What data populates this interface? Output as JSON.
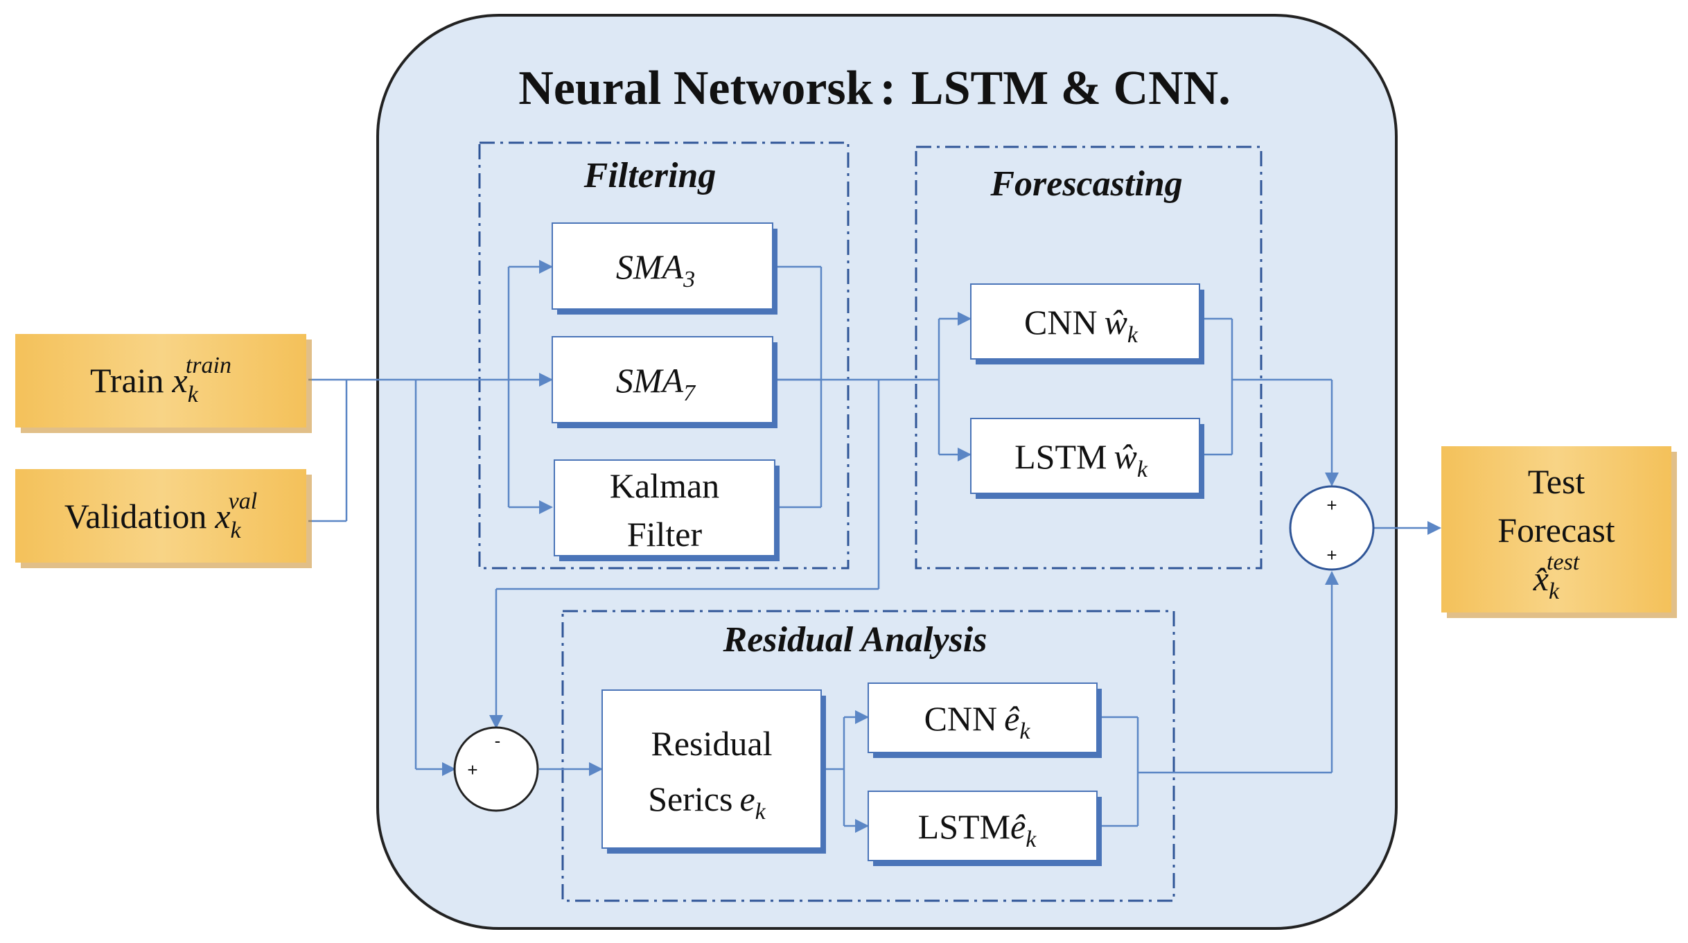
{
  "title": {
    "part1": "Neural Networsk",
    "separator": ":",
    "part2": "LSTM & CNN."
  },
  "sections": {
    "filtering": "Filtering",
    "forecasting": "Forescasting",
    "residual": "Residual Analysis"
  },
  "inputs": {
    "train": {
      "word": "Train",
      "var": "x",
      "sub": "k",
      "sup": "train"
    },
    "validation": {
      "word": "Validation",
      "var": "x",
      "sub": "k",
      "sup": "val"
    }
  },
  "filters": {
    "sma3": {
      "name": "SMA",
      "sub": "3"
    },
    "sma7": {
      "name": "SMA",
      "sub": "7"
    },
    "kalman": {
      "line1": "Kalman",
      "line2": "Filter"
    }
  },
  "forecast_models": {
    "cnn": {
      "word": "CNN",
      "var": "ŵ",
      "sub": "k"
    },
    "lstm": {
      "word": "LSTM",
      "var": "ŵ",
      "sub": "k"
    }
  },
  "residual_series": {
    "line1": "Residual",
    "word": "Serics",
    "var": "e",
    "sub": "k"
  },
  "residual_models": {
    "cnn": {
      "word": "CNN",
      "var": "ê",
      "sub": "k"
    },
    "lstm": {
      "word": "LSTM",
      "var": "ê",
      "sub": "k"
    }
  },
  "output": {
    "line1": "Test",
    "line2": "Forecast",
    "var": "x̂",
    "sub": "k",
    "sup": "test"
  },
  "sum_signs": {
    "top": "+",
    "bottom": "+",
    "diff_minus": "-",
    "diff_plus": "+"
  },
  "colors": {
    "panel_fill": "#dde8f5",
    "panel_stroke": "#222222",
    "line": "#5b86c5",
    "input_fill": "#f6cc70",
    "box_shadow": "#4a74b8"
  }
}
